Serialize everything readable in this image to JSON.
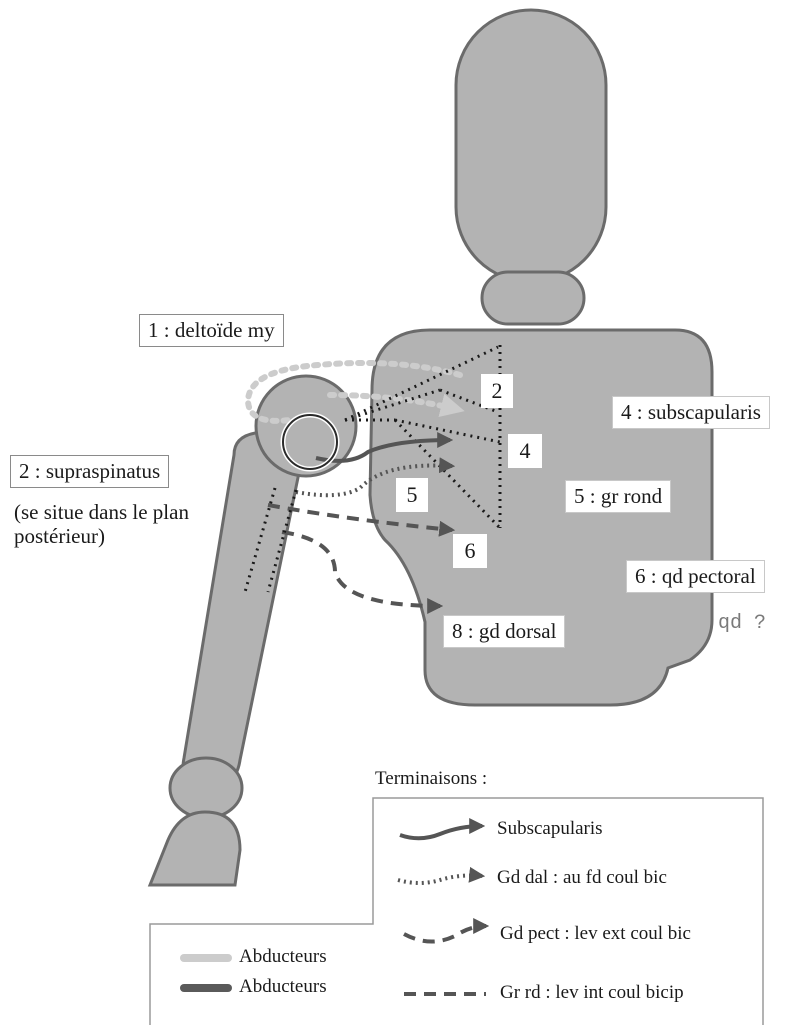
{
  "colors": {
    "body_fill": "#b3b3b3",
    "body_stroke": "#6b6b6b",
    "abductor_light": "#cccccc",
    "abductor_dark": "#5a5a5a",
    "arrow": "#555555",
    "dotted": "#1a1a1a"
  },
  "labels": {
    "deltoid": "1 : deltoïde my",
    "supraspinatus": "2 : supraspinatus",
    "supraspinatus_note": "(se situe dans le plan\npostérieur)",
    "subscapularis": "4 : subscapularis",
    "teres_major": "5 : gr rond",
    "pectoral": "6 : qd pectoral",
    "dorsal": "8 : gd dorsal",
    "question": "qd ?"
  },
  "numbers": {
    "n2": "2",
    "n4": "4",
    "n5": "5",
    "n6": "6"
  },
  "legend": {
    "terminaisons_title": "Terminaisons :",
    "items": [
      {
        "icon": "solid-arrow-icon",
        "label": "Subscapularis"
      },
      {
        "icon": "dotted-arrow-icon",
        "label": "Gd dal : au fd coul bic"
      },
      {
        "icon": "dashed-curved-arrow-icon",
        "label": "Gd pect : lev ext coul bic"
      },
      {
        "icon": "dashed-line-icon",
        "label": "Gr rd : lev int coul bicip"
      }
    ],
    "abductors": [
      {
        "icon": "light-bar-icon",
        "label": "Abducteurs"
      },
      {
        "icon": "dark-bar-icon",
        "label": "Abducteurs"
      }
    ]
  }
}
